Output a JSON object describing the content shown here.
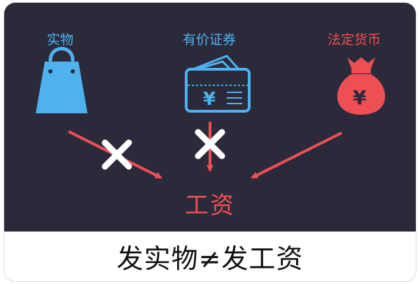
{
  "diagram": {
    "sources": [
      {
        "label": "实物",
        "color": "#4fb2f0"
      },
      {
        "label": "有价证券",
        "color": "#4fb2f0"
      },
      {
        "label": "法定货币",
        "color": "#ee4f55"
      }
    ],
    "target": {
      "label": "工资",
      "color": "#ee4f55"
    },
    "icons": {
      "goods": "shopping-bag-icon",
      "securities": "ticket-voucher-icon",
      "money": "money-bag-icon"
    },
    "symbol_currency": "¥",
    "caption": "发实物≠发工资",
    "colors": {
      "panel": "#2a2a3a",
      "blue": "#4fb2f0",
      "red": "#ee4f55",
      "cross": "#ffffff"
    }
  }
}
